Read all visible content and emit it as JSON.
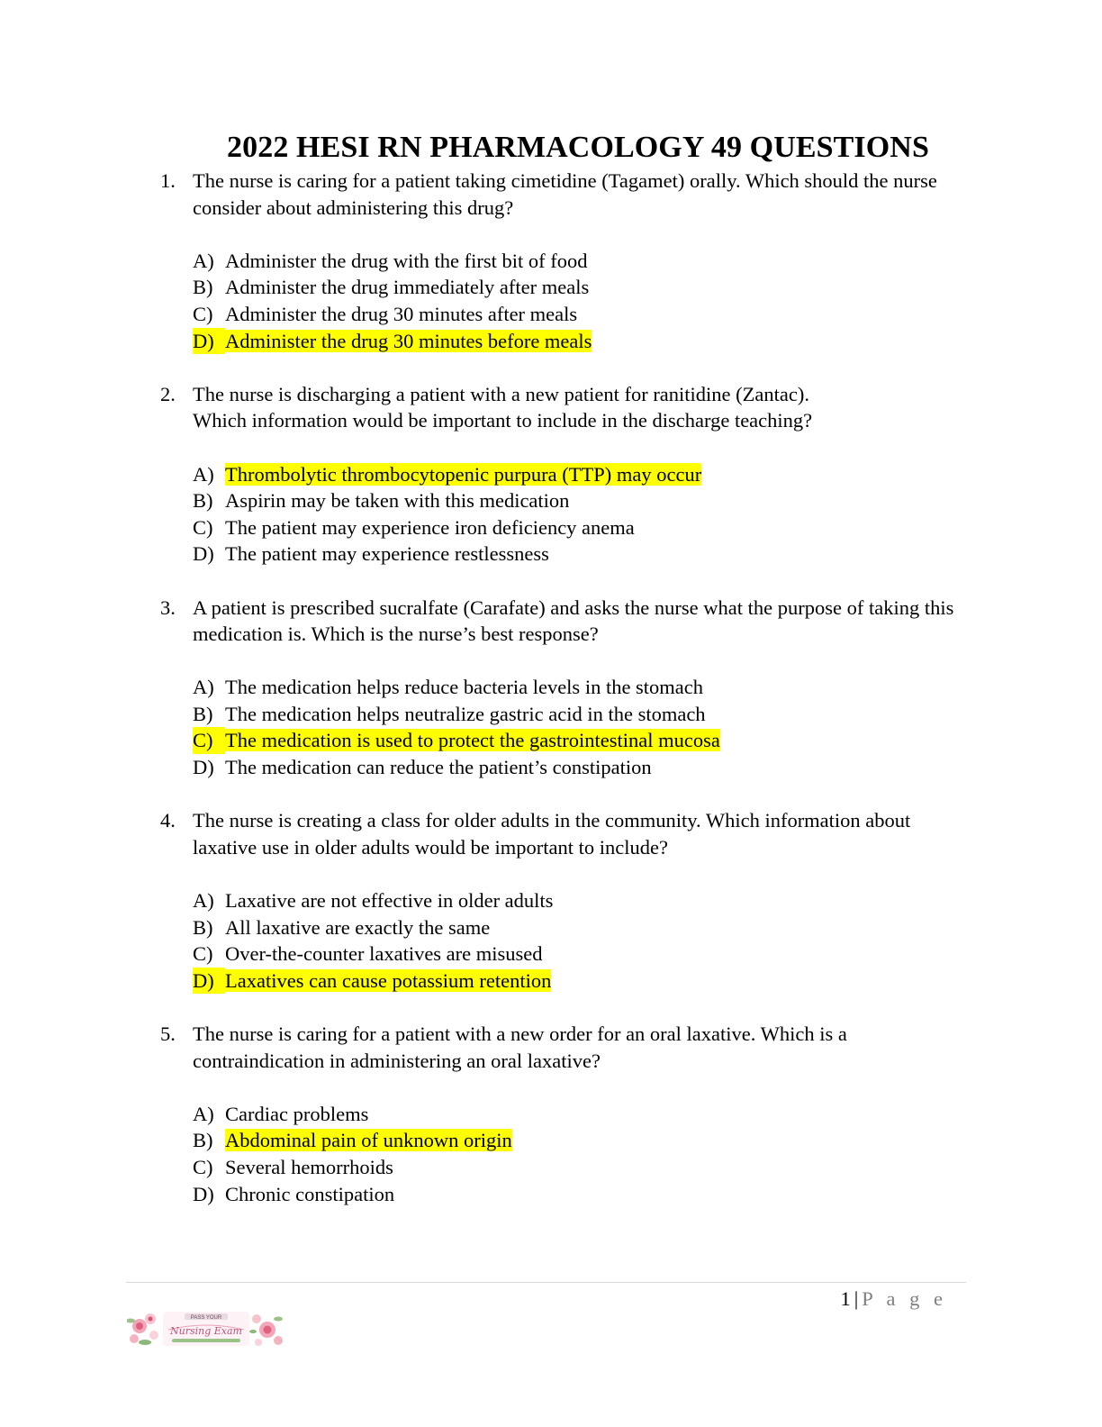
{
  "title": "2022 HESI RN PHARMACOLOGY 49 QUESTIONS",
  "questions": [
    {
      "number": "1.",
      "stem": "The nurse is caring for a patient taking cimetidine (Tagamet) orally. Which should the nurse consider about administering this drug?",
      "options": [
        {
          "letter": "A)",
          "text": "Administer the drug with the first bit of food"
        },
        {
          "letter": "B)",
          "text": "Administer the drug immediately after meals"
        },
        {
          "letter": "C)",
          "text": "Administer the drug 30 minutes after meals"
        },
        {
          "letter": "D)",
          "text": "Administer the drug 30 minutes before meals"
        }
      ]
    },
    {
      "number": "2.",
      "stem_lines": [
        "The nurse is discharging a patient with a new patient for ranitidine (Zantac).",
        "Which information would be important to include in the discharge teaching?"
      ],
      "options": [
        {
          "letter": "A)",
          "text": "Thrombolytic thrombocytopenic purpura (TTP) may occur"
        },
        {
          "letter": "B)",
          "text": "Aspirin may be taken with this medication"
        },
        {
          "letter": "C)",
          "text": "The patient may experience iron deficiency anema"
        },
        {
          "letter": "D)",
          "text": "The patient may experience restlessness"
        }
      ]
    },
    {
      "number": "3.",
      "stem": "A patient is prescribed sucralfate (Carafate) and asks the nurse what the purpose of taking this medication is. Which is the nurse’s best response?",
      "options": [
        {
          "letter": "A)",
          "text": "The medication helps reduce bacteria levels in the stomach"
        },
        {
          "letter": "B)",
          "text": "The medication helps neutralize gastric acid in the stomach"
        },
        {
          "letter": "C)",
          "text": "The medication is used to protect the gastrointestinal mucosa"
        },
        {
          "letter": "D)",
          "text": "The medication can reduce the patient’s constipation"
        }
      ]
    },
    {
      "number": "4.",
      "stem": "The nurse is creating a class for older adults in the community. Which information about laxative use in older adults would be important to include?",
      "options": [
        {
          "letter": "A)",
          "text": "Laxative are not effective in older adults"
        },
        {
          "letter": "B)",
          "text": "All laxative are exactly the same"
        },
        {
          "letter": "C)",
          "text": "Over-the-counter laxatives are misused"
        },
        {
          "letter": "D)",
          "text": "Laxatives can cause potassium retention"
        }
      ]
    },
    {
      "number": "5.",
      "stem": "The nurse is caring for a patient with a new order for an oral laxative. Which is a contraindication in administering an oral laxative?",
      "options": [
        {
          "letter": "A)",
          "text": "Cardiac problems"
        },
        {
          "letter": "B)",
          "text": "Abdominal pain of unknown origin"
        },
        {
          "letter": "C)",
          "text": "Several hemorrhoids"
        },
        {
          "letter": "D)",
          "text": "Chronic constipation"
        }
      ]
    }
  ],
  "highlight_color": "#ffff00",
  "footer": {
    "page_number": "1",
    "separator": "|",
    "page_word": "P a g e",
    "logo_text": [
      "PASS YOUR",
      "Nursing Exam"
    ]
  }
}
